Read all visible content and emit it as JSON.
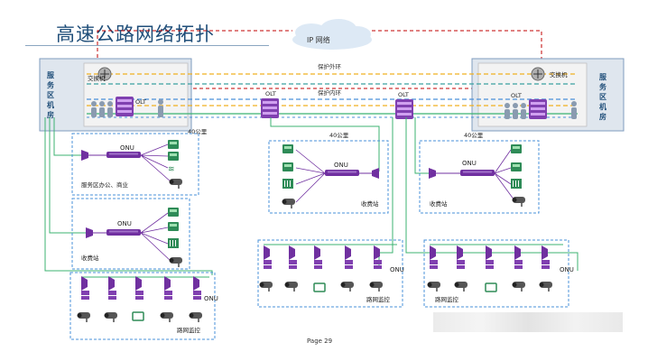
{
  "title": "高速公路网络拓扑",
  "cloud_label": "IP 网络",
  "labels": {
    "switch": "交换机",
    "olt": "OLT",
    "onu": "ONU",
    "outer_ring": "保护外环",
    "inner_ring": "保护内环",
    "distance": "40公里",
    "service_room": [
      "服",
      "务",
      "区",
      "机",
      "房"
    ],
    "service_office": "服务区办公、商业",
    "toll_station": "收费站",
    "road_monitor": "路网监控"
  },
  "footer": "Page 29",
  "colors": {
    "accent_blue": "#1f4e79",
    "onu_purple": "#7030a0",
    "outer_ring": "#f0b020",
    "inner_ring": "#4a90d9",
    "line_green": "#3cb371",
    "line_red": "#c00000"
  }
}
